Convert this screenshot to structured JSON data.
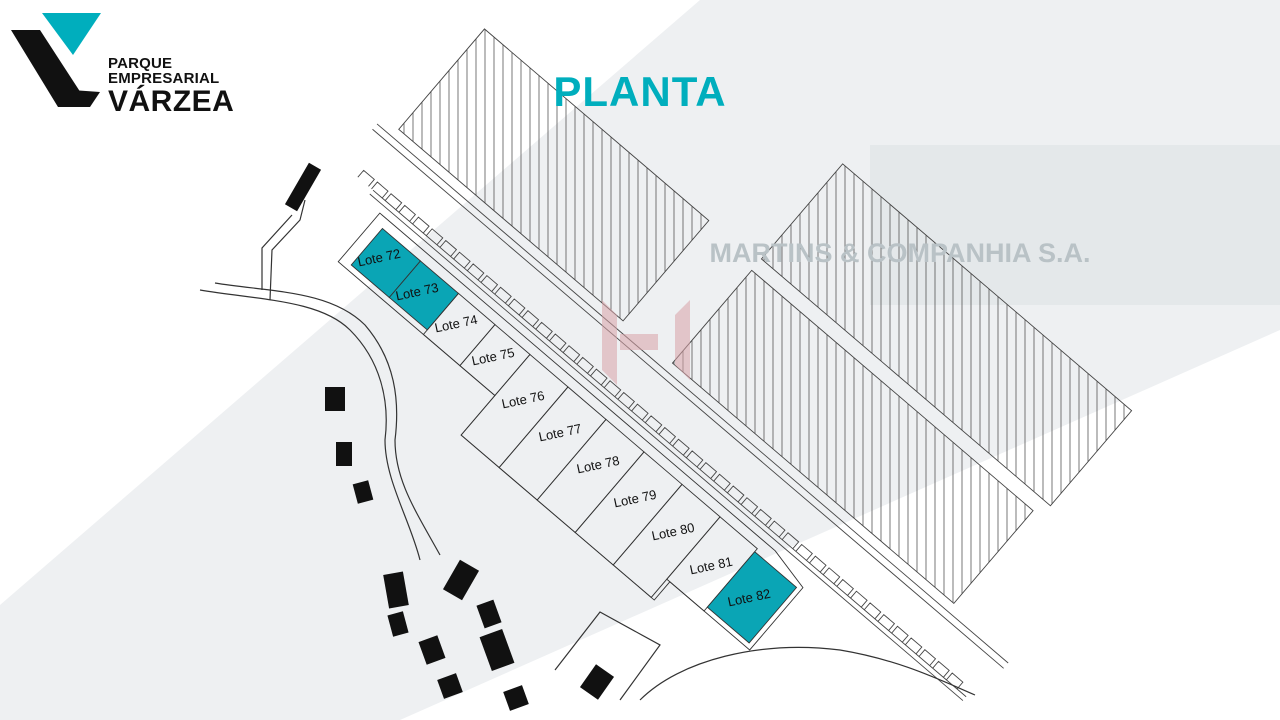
{
  "logo": {
    "line1": "PARQUE",
    "line2": "EMPRESARIAL",
    "line3": "VÁRZEA"
  },
  "title": "PLANTA",
  "watermark": "MARTINS & COMPANHIA S.A.",
  "colors": {
    "accent": "#00aebd",
    "lot_highlight": "#0aa5b5",
    "band": "#eceff1"
  },
  "lots": [
    {
      "label": "Lote 72",
      "highlighted": true
    },
    {
      "label": "Lote 73",
      "highlighted": true
    },
    {
      "label": "Lote 74",
      "highlighted": false
    },
    {
      "label": "Lote 75",
      "highlighted": false
    },
    {
      "label": "Lote 76",
      "highlighted": false
    },
    {
      "label": "Lote 77",
      "highlighted": false
    },
    {
      "label": "Lote 78",
      "highlighted": false
    },
    {
      "label": "Lote 79",
      "highlighted": false
    },
    {
      "label": "Lote 80",
      "highlighted": false
    },
    {
      "label": "Lote 81",
      "highlighted": false
    },
    {
      "label": "Lote 82",
      "highlighted": true
    }
  ]
}
